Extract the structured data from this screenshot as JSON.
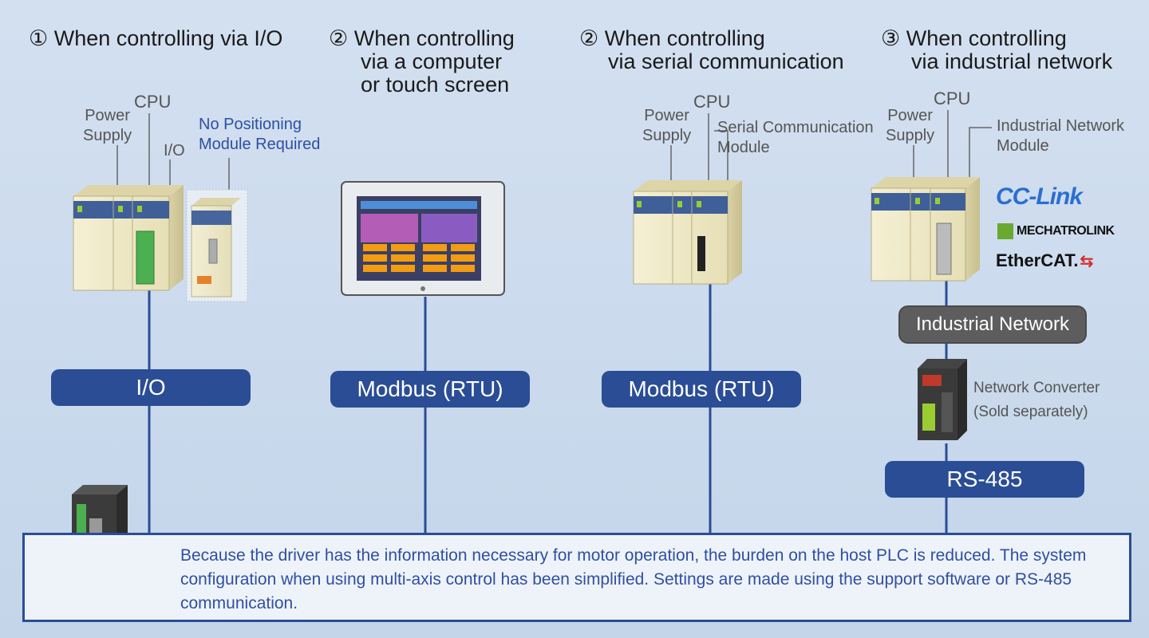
{
  "columns": [
    {
      "id": "io",
      "heading": [
        "① When controlling via I/O"
      ],
      "labels": {
        "power": [
          "Power",
          "Supply"
        ],
        "cpu": "CPU",
        "io": "I/O",
        "note": [
          "No Positioning",
          "Module Required"
        ]
      },
      "connection": "I/O"
    },
    {
      "id": "touch",
      "heading": [
        "② When controlling",
        "via a computer",
        "or touch screen"
      ],
      "connection": "Modbus (RTU)"
    },
    {
      "id": "serial",
      "heading": [
        "② When controlling",
        "via serial communication"
      ],
      "labels": {
        "power": [
          "Power",
          "Supply"
        ],
        "cpu": "CPU",
        "module": [
          "Serial Communication",
          "Module"
        ]
      },
      "connection": "Modbus (RTU)"
    },
    {
      "id": "network",
      "heading": [
        "③ When controlling",
        "via industrial network"
      ],
      "labels": {
        "power": [
          "Power",
          "Supply"
        ],
        "cpu": "CPU",
        "module": [
          "Industrial Network",
          "Module"
        ]
      },
      "logos": [
        "CC-Link",
        "MECHATROLINK",
        "EtherCAT."
      ],
      "network_label": "Industrial Network",
      "converter": [
        "Network Converter",
        "(Sold separately)"
      ],
      "connection": "RS-485"
    }
  ],
  "bottom_text": "Because the driver has the information necessary for motor operation, the burden on the host PLC is reduced. The system configuration when using multi-axis control has been simplified. Settings are made using the support software or RS-485 communication.",
  "colors": {
    "accent": "#2a4d95",
    "background": "#c9d9ec",
    "plc_body": "#f1ecc8",
    "plc_band": "#3f5f98"
  }
}
